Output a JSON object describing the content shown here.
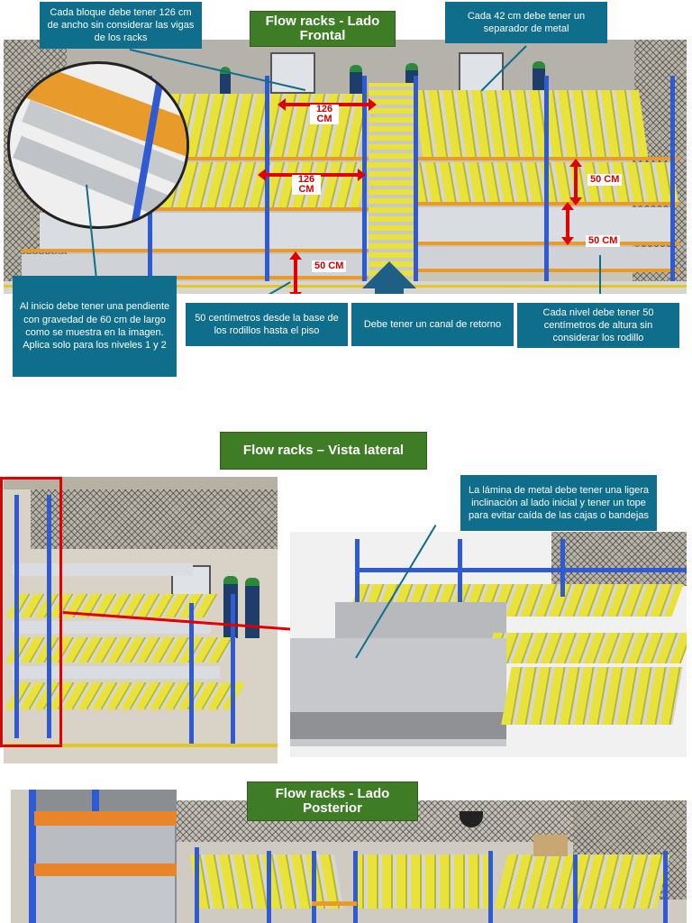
{
  "front": {
    "title": "Flow racks - Lado Frontal",
    "dims": {
      "width_top": "126 CM",
      "width_mid": "126 CM",
      "floor": "50 CM",
      "level_a": "50 CM",
      "level_b": "50 CM"
    },
    "notes": {
      "width": "Cada bloque debe tener 126 cm de ancho sin considerar las vigas de los racks",
      "separator": "Cada 42 cm debe tener un separador de metal",
      "slope": "Al inicio debe tener una pendiente con gravedad de 60 cm de largo como se muestra en la imagen. Aplica solo para los niveles 1 y 2",
      "base": "50 centímetros desde la base de los rodillos hasta el piso",
      "channel": "Debe tener un canal de retorno",
      "level_height": "Cada nivel debe tener 50 centímetros de altura sin considerar los rodillo"
    }
  },
  "side": {
    "title": "Flow racks – Vista lateral",
    "note": "La lámina de metal debe tener una ligera inclinación al lado inicial y tener un tope para evitar caída de las cajas o bandejas"
  },
  "rear": {
    "title": "Flow racks - Lado Posterior"
  },
  "colors": {
    "title_green": "#3e7d26",
    "note_blue": "#0f6e8c",
    "roller_yellow": "#e9e23a",
    "rack_blue": "#2e5bd4",
    "dimension_red": "#e00000"
  }
}
